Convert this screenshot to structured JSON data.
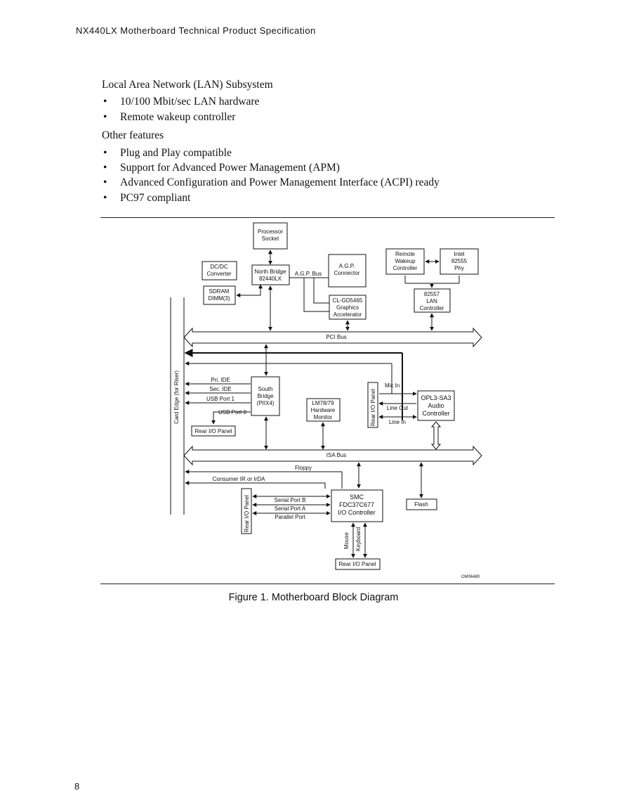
{
  "header": {
    "title": "NX440LX Motherboard Technical Product Specification"
  },
  "lan": {
    "heading": "Local Area Network (LAN) Subsystem",
    "items": [
      "10/100 Mbit/sec LAN hardware",
      "Remote wakeup controller"
    ]
  },
  "other": {
    "heading": "Other features",
    "items": [
      "Plug and Play compatible",
      "Support for Advanced Power Management (APM)",
      "Advanced Configuration and Power Management Interface (ACPI) ready",
      "PC97 compliant"
    ]
  },
  "bullet_char": "•",
  "diagram": {
    "processor_socket": [
      "Processor",
      "Socket"
    ],
    "dcdc": [
      "DC/DC",
      "Converter"
    ],
    "north_bridge": [
      "North Bridge",
      "82440LX"
    ],
    "agp_bus": "A.G.P. Bus",
    "agp_connector": [
      "A.G.P.",
      "Connector"
    ],
    "sdram": [
      "SDRAM",
      "DIMM(3)"
    ],
    "graphics": [
      "CL-GD5465",
      "Graphics",
      "Accelerator"
    ],
    "remote_wakeup": [
      "Remote",
      "Wakeup",
      "Controller"
    ],
    "intel_phy": [
      "Intel",
      "82555",
      "Phy"
    ],
    "lan_controller": [
      "82557",
      "LAN",
      "Controller"
    ],
    "pci_bus": "PCI Bus",
    "card_edge": "Card Edge (for Riser)",
    "pri_ide": "Pri. IDE",
    "sec_ide": "Sec. IDE",
    "usb1": "USB Port 1",
    "usb0": "USB Port 0",
    "south_bridge": [
      "South",
      "Bridge",
      "(PIIX4)"
    ],
    "rear_io_1": "Rear I/O Panel",
    "hw_monitor": [
      "LM78/79",
      "Hardware",
      "Monitor"
    ],
    "rear_io_audio": "Rear I/O Panel",
    "mic_in": "Mic In",
    "line_out": "Line Out",
    "line_in": "Line In",
    "audio": [
      "OPL3-SA3",
      "Audio",
      "Controller"
    ],
    "isa_bus": "ISA Bus",
    "floppy": "Floppy",
    "consumer_ir": "Consumer IR or IrDA",
    "rear_io_serial": "Rear I/O Panel",
    "serial_b": "Serial Port B",
    "serial_a": "Serial Port A",
    "parallel": "Parallel Port",
    "smc": [
      "SMC",
      "FDC37C677",
      "I/O Controller"
    ],
    "flash": "Flash",
    "mouse": "Mouse",
    "keyboard": "Keyboard",
    "rear_io_bottom": "Rear I/O Panel",
    "figure_id": "OM06480"
  },
  "caption": "Figure 1.  Motherboard Block Diagram",
  "page_number": "8"
}
